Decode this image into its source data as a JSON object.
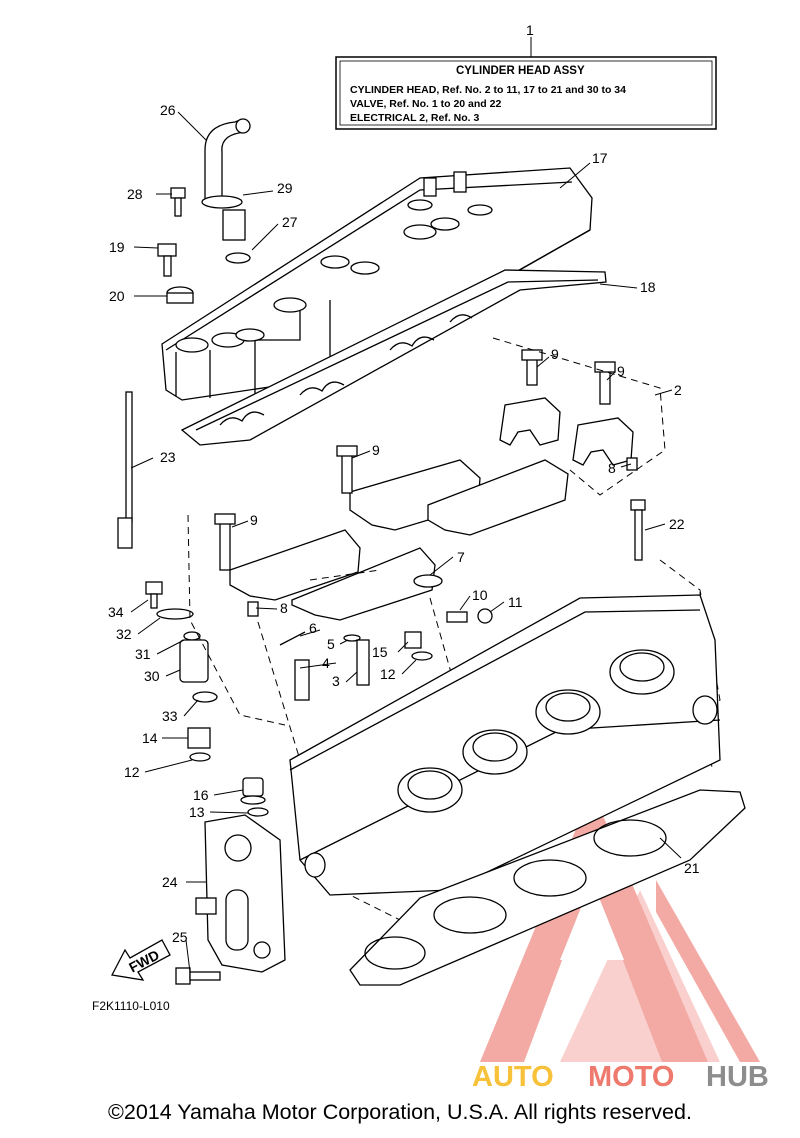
{
  "assembly_box": {
    "ref": "1",
    "title": "CYLINDER HEAD ASSY",
    "lines": [
      "CYLINDER HEAD, Ref. No. 2 to 11, 17 to 21 and 30 to 34",
      "VALVE, Ref. No. 1 to 20 and 22",
      "ELECTRICAL 2, Ref. No. 3"
    ]
  },
  "part_numbers": {
    "p2": "2",
    "p3": "3",
    "p4": "4",
    "p5": "5",
    "p6": "6",
    "p7": "7",
    "p8a": "8",
    "p8b": "8",
    "p9a": "9",
    "p9b": "9",
    "p9c": "9",
    "p9d": "9",
    "p10": "10",
    "p11": "11",
    "p12a": "12",
    "p12b": "12",
    "p13": "13",
    "p14": "14",
    "p15": "15",
    "p16": "16",
    "p17": "17",
    "p18": "18",
    "p19": "19",
    "p20": "20",
    "p21": "21",
    "p22": "22",
    "p23": "23",
    "p24": "24",
    "p25": "25",
    "p26": "26",
    "p27": "27",
    "p28": "28",
    "p29": "29",
    "p30": "30",
    "p31": "31",
    "p32": "32",
    "p33": "33",
    "p34": "34"
  },
  "fwd_label": "FWD",
  "diagram_code": "F2K1110-L010",
  "copyright": "©2014 Yamaha Motor Corporation, U.S.A. All rights reserved.",
  "watermark": {
    "part1": "AUTO",
    "part2": "MOTO",
    "part3": "HUB",
    "colors": {
      "auto": "#f7c23a",
      "moto": "#ee7a6e",
      "hub": "#8d8d8d",
      "logo": "#f08e86"
    }
  }
}
